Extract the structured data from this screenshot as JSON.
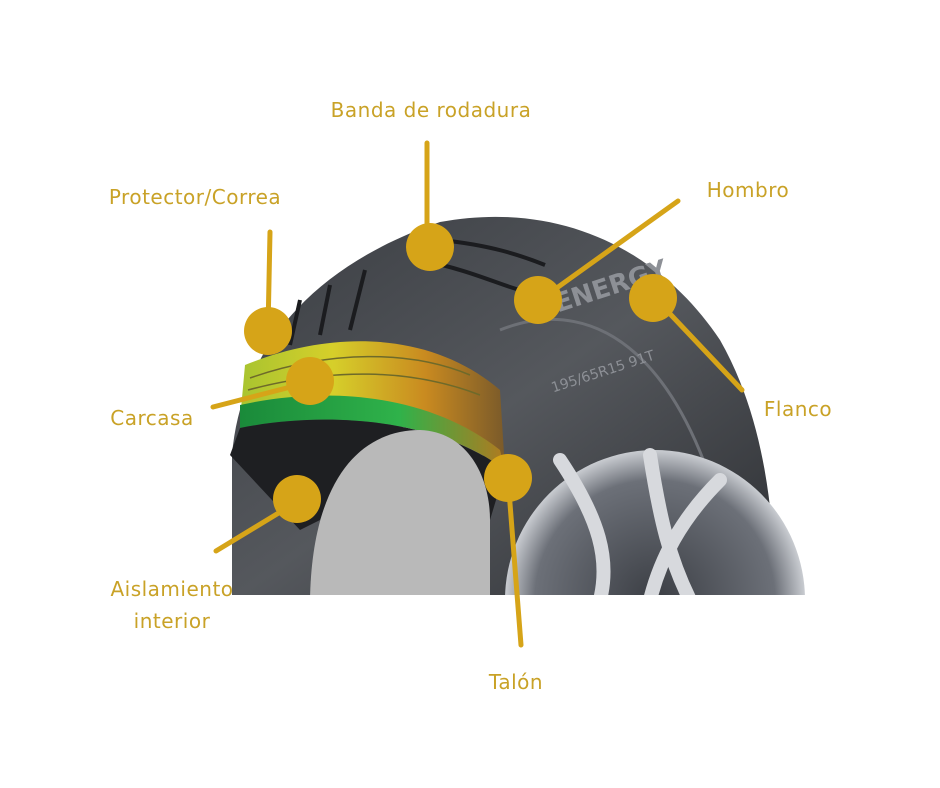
{
  "title": "Partes del neumático",
  "accent_color": "#D6A418",
  "tire_markings": {
    "brand": "ENERGY",
    "size": "195/65R15 91T"
  },
  "labels": {
    "tread": "Banda de rodadura",
    "belt": "Protector/Correa",
    "shoulder": "Hombro",
    "sidewall": "Flanco",
    "carcass": "Carcasa",
    "inner_liner_1": "Aislamiento",
    "inner_liner_2": "interior",
    "bead": "Talón"
  }
}
